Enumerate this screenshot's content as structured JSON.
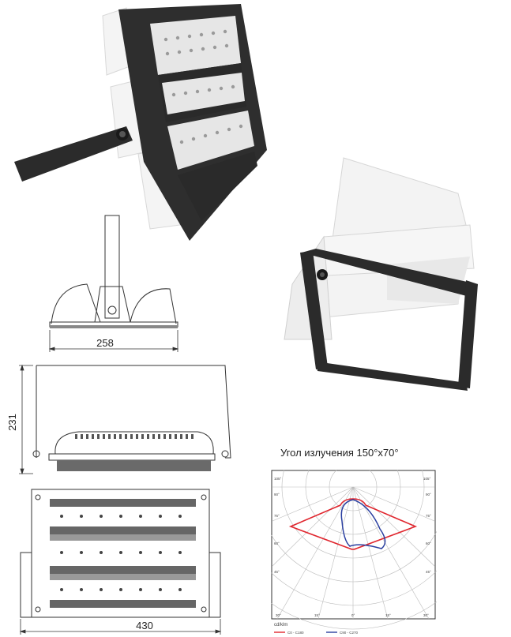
{
  "dimensions": {
    "width_front": "258",
    "height_side": "231",
    "width_top": "430"
  },
  "photometric": {
    "title": "Угол излучения 150°x70°",
    "unit": "cd/klm",
    "legend": [
      {
        "label": "C0 - C180",
        "color": "#e0262e"
      },
      {
        "label": "C90 - C270",
        "color": "#2a3fa0"
      }
    ],
    "angle_labels": {
      "a105": "105°",
      "a90": "90°",
      "a75": "75°",
      "a60": "60°",
      "a45": "45°",
      "a30": "30°",
      "a15": "15°",
      "a0": "0°"
    }
  },
  "colors": {
    "frame": "#2b2b2b",
    "housing": "#f2f2f2",
    "led": "#c9c9c9",
    "line": "#333333"
  }
}
